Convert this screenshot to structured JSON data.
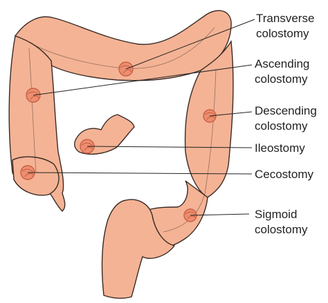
{
  "colors": {
    "tissue": "#f4b395",
    "tissue_light": "#f7c5aa",
    "outline": "#3a2a24",
    "stoma": "#ec8e6f",
    "stoma_dark": "#c85f44",
    "leader": "#222222"
  },
  "labels": {
    "transverse_1": "Transverse",
    "transverse_2": "colostomy",
    "ascending_1": "Ascending",
    "ascending_2": "colostomy",
    "descending_1": "Descending",
    "descending_2": "colostomy",
    "ileostomy": "Ileostomy",
    "cecostomy": "Cecostomy",
    "sigmoid_1": "Sigmoid",
    "sigmoid_2": "colostomy"
  },
  "icons": {
    "stoma": "stoma-icon"
  }
}
